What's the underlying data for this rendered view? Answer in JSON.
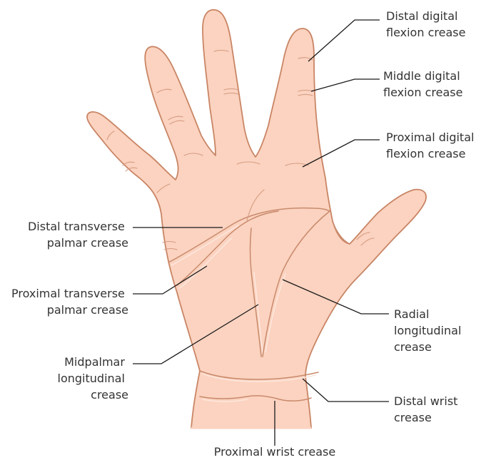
{
  "labels": {
    "distal_digital": [
      "Distal digital",
      "flexion crease"
    ],
    "middle_digital": [
      "Middle digital",
      "flexion crease"
    ],
    "proximal_digital": [
      "Proximal digital",
      "flexion crease"
    ],
    "distal_transverse": [
      "Distal transverse",
      "palmar crease"
    ],
    "proximal_transverse": [
      "Proximal transverse",
      "palmar crease"
    ],
    "midpalmar": [
      "Midpalmar",
      "longitudinal",
      "crease"
    ],
    "radial": [
      "Radial",
      "longitudinal",
      "crease"
    ],
    "distal_wrist": [
      "Distal wrist",
      "crease"
    ],
    "proximal_wrist": "Proximal wrist crease"
  },
  "colors": {
    "skin": "#fbd3c0",
    "outline": "#c98565",
    "crease": "#c98a6c",
    "leader": "#1a1a1a",
    "text": "#333333"
  }
}
